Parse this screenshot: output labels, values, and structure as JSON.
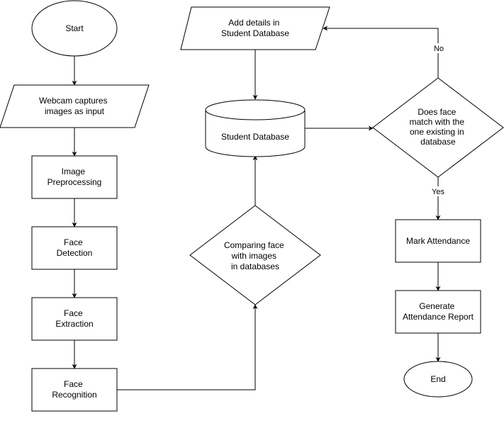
{
  "diagram": {
    "nodes": {
      "start": {
        "lines": [
          "Start"
        ]
      },
      "webcam": {
        "lines": [
          "Webcam captures",
          "images as input"
        ]
      },
      "preprocessing": {
        "lines": [
          "Image",
          "Preprocessing"
        ]
      },
      "detection": {
        "lines": [
          "Face",
          "Detection"
        ]
      },
      "extraction": {
        "lines": [
          "Face",
          "Extraction"
        ]
      },
      "recognition": {
        "lines": [
          "Face",
          "Recognition"
        ]
      },
      "comparing": {
        "lines": [
          "Comparing face",
          "with images",
          "in databases"
        ]
      },
      "database": {
        "lines": [
          "Student Database"
        ]
      },
      "add_details": {
        "lines": [
          "Add details in",
          "Student Database"
        ]
      },
      "decision": {
        "lines": [
          "Does face",
          "match with the",
          "one existing in",
          "database"
        ]
      },
      "mark": {
        "lines": [
          "Mark Attendance"
        ]
      },
      "report": {
        "lines": [
          "Generate",
          "Attendance Report"
        ]
      },
      "end": {
        "lines": [
          "End"
        ]
      }
    },
    "edges": {
      "no_label": "No",
      "yes_label": "Yes"
    }
  }
}
